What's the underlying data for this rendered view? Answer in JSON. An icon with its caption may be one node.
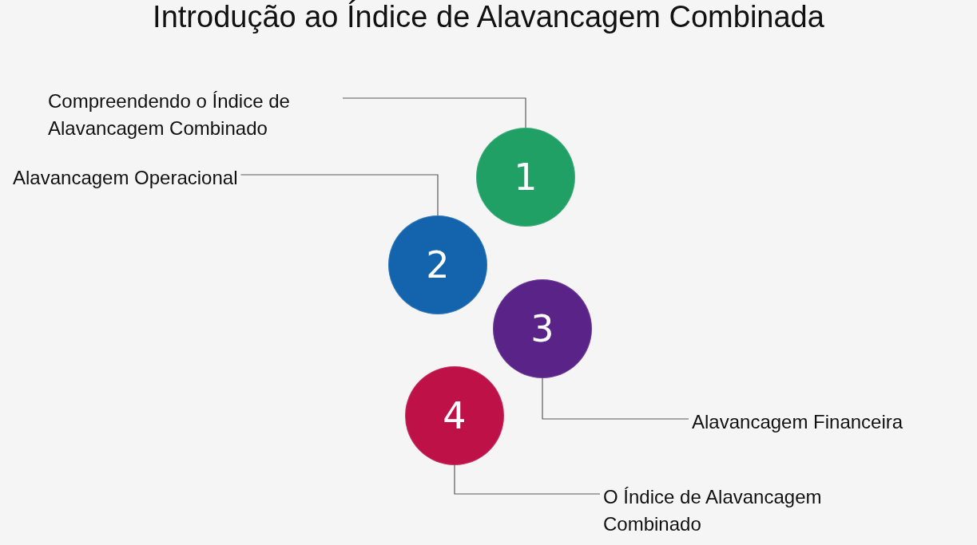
{
  "diagram": {
    "title": "Introdução ao Índice de Alavancagem Combinada",
    "nodes": [
      {
        "text": [
          "Compreendendo o Índice de Alavancagem Combinado"
        ]
      },
      {
        "text": [
          "1"
        ]
      },
      {
        "text": [
          "Alavancagem Operacional"
        ]
      },
      {
        "text": [
          "2"
        ]
      },
      {
        "text": [
          "3"
        ]
      },
      {
        "text": [
          "Alavancagem Financeira"
        ]
      },
      {
        "text": [
          "4"
        ]
      },
      {
        "text": [
          "O Índice de Alavancagem Combinado"
        ]
      }
    ],
    "edges": [
      {
        "from": 0,
        "to": 1,
        "arrow": "none"
      },
      {
        "from": 2,
        "to": 3,
        "arrow": "none"
      },
      {
        "from": 5,
        "to": 4,
        "arrow": "none"
      },
      {
        "from": 7,
        "to": 6,
        "arrow": "none"
      }
    ]
  }
}
